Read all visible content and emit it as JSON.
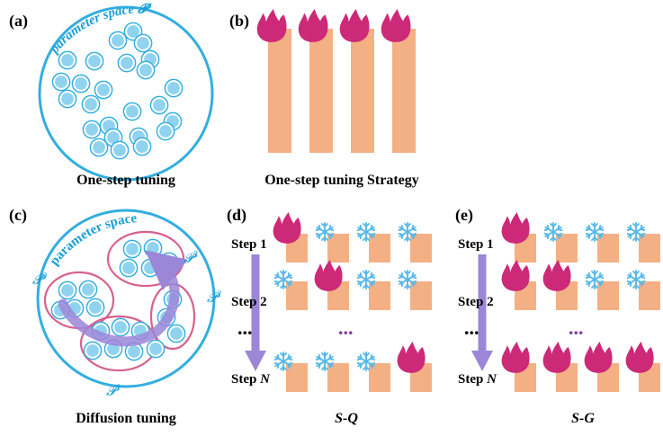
{
  "panel_labels": {
    "a": "(a)",
    "b": "(b)",
    "c": "(c)",
    "d": "(d)",
    "e": "(e)"
  },
  "panel_a": {
    "arc_label": "parameter space",
    "arc_symbol": "𝓟",
    "caption": "One-step tuning"
  },
  "panel_b": {
    "caption": "One-step tuning Strategy"
  },
  "panel_c": {
    "arc_label": "parameter space",
    "cluster_labels": {
      "p0": "𝓟",
      "p0_sup": "0",
      "p1": "𝓟",
      "p1_sup": "1",
      "p2": "𝓟",
      "p2_sup": "2",
      "p3": "𝓟",
      "p3_sup": "3"
    },
    "caption": "Diffusion tuning"
  },
  "panel_d": {
    "step1": "Step 1",
    "step2": "Step 2",
    "stepN_prefix": "Step ",
    "stepN_var": "N",
    "ellipsis_left": "...",
    "ellipsis_mid": "...",
    "caption": "S-Q",
    "flame_cols": {
      "row1": [
        0
      ],
      "row2": [
        1
      ],
      "rowN": [
        3
      ]
    }
  },
  "panel_e": {
    "step1": "Step 1",
    "step2": "Step 2",
    "stepN_prefix": "Step ",
    "stepN_var": "N",
    "ellipsis_left": "...",
    "ellipsis_mid": "...",
    "caption": "S-G",
    "flame_cols": {
      "row1": [
        0
      ],
      "row2": [
        0,
        1
      ],
      "rowN": [
        0,
        1,
        2,
        3
      ]
    }
  },
  "colors": {
    "circle": "#33aee0",
    "dot_fill": "#8fd3ef",
    "dot_ring": "#33aee0",
    "flame": "#cc2a78",
    "bar": "#f4b085",
    "snow": "#58b9e8",
    "cluster_ring": "#d8608f",
    "arrow": "#9b86d8",
    "dots_purple": "#7a3e9c",
    "text_blue": "#1a9fd4"
  }
}
